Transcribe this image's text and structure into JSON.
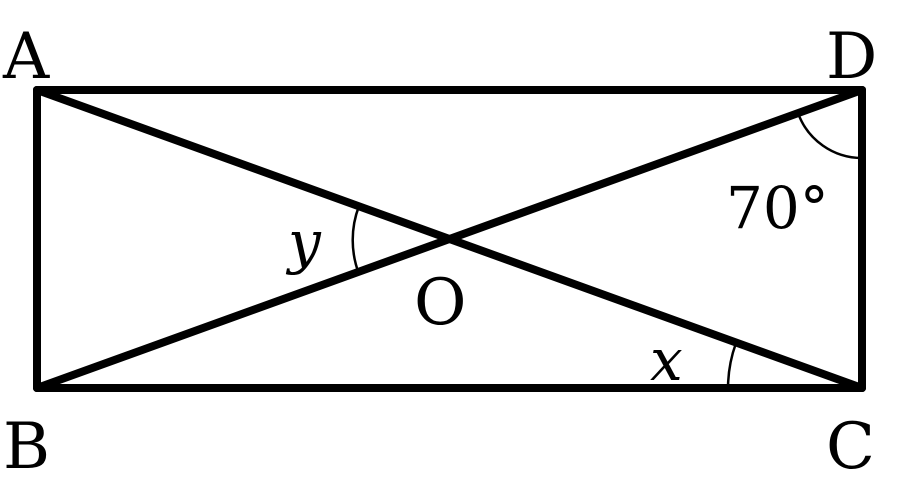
{
  "figure": {
    "vertices": {
      "a": "A",
      "b": "B",
      "c": "C",
      "d": "D",
      "o": "O"
    },
    "angles": {
      "y": "y",
      "x": "x",
      "d_value": "70°"
    },
    "colors": {
      "stroke": "#000000",
      "background": "#ffffff"
    }
  }
}
